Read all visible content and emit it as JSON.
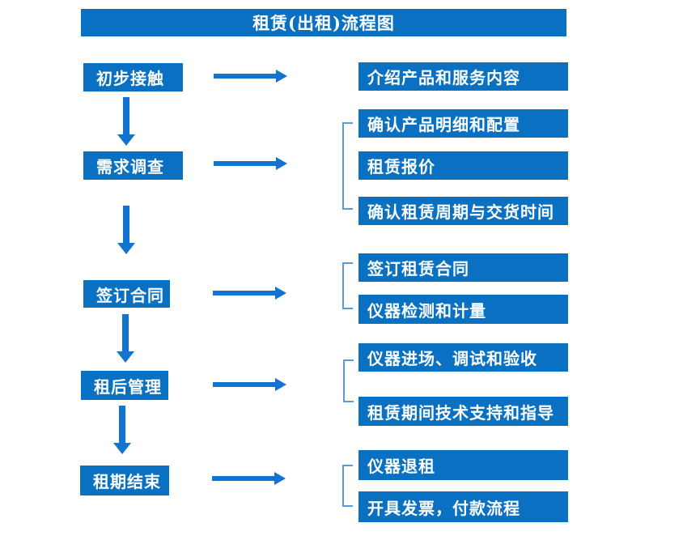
{
  "title": "租赁(出租)流程图",
  "colors": {
    "box_blue": "#0a70c2",
    "arrow_blue": "#1273d0",
    "bracket_blue": "#5b9bd5",
    "text_white": "#ffffff",
    "background": "#ffffff"
  },
  "flow": {
    "steps": [
      {
        "label": "初步接触",
        "details": [
          "介绍产品和服务内容"
        ]
      },
      {
        "label": "需求调查",
        "details": [
          "确认产品明细和配置",
          "租赁报价",
          "确认租赁周期与交货时间"
        ]
      },
      {
        "label": "签订合同",
        "details": [
          "签订租赁合同",
          "仪器检测和计量"
        ]
      },
      {
        "label": "租后管理",
        "details": [
          "仪器进场、调试和验收",
          "租赁期间技术支持和指导"
        ]
      },
      {
        "label": "租期结束",
        "details": [
          "仪器退租",
          "开具发票，付款流程"
        ]
      }
    ]
  }
}
